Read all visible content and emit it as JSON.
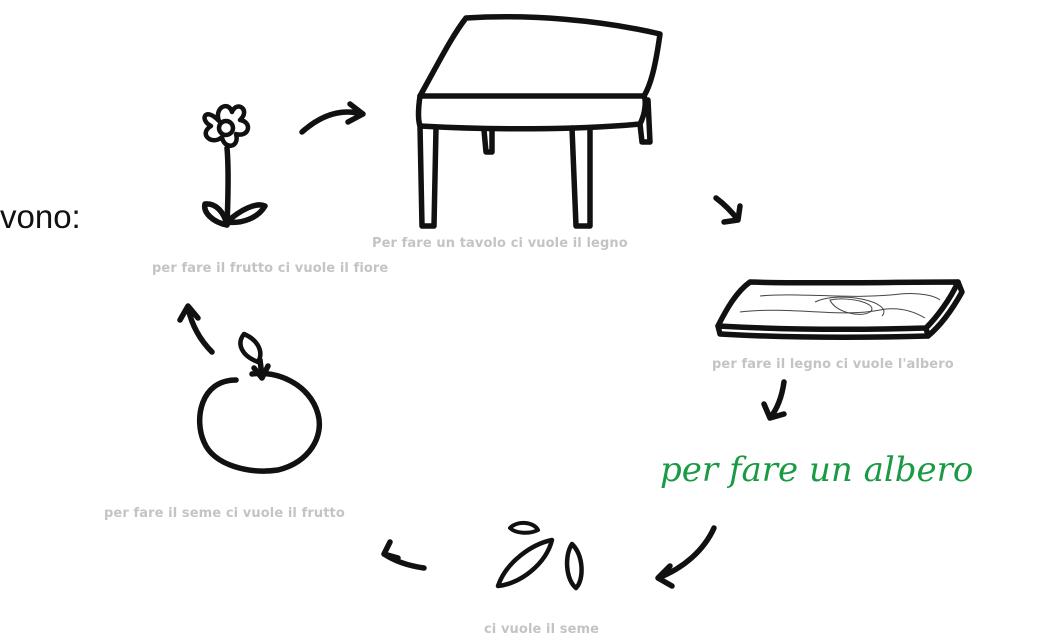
{
  "partial_heading": "vono:",
  "captions": {
    "flower": "per fare il frutto ci vuole il fiore",
    "table": "Per fare un tavolo  ci vuole il legno",
    "wood": "per fare il legno  ci vuole l'albero",
    "tree": "per fare un albero",
    "fruit": "per fare  il seme ci vuole  il frutto",
    "seed": "ci vuole il seme"
  },
  "colors": {
    "caption": "#c4c4c4",
    "ink": "#111111",
    "highlight": "#1a9a44"
  }
}
